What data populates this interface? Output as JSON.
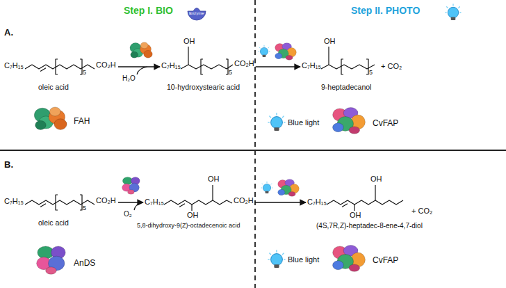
{
  "diagram": {
    "nodes": [
      {
        "text": [
          "C₇H₁₅",
          "5",
          "CO₂H",
          "oleic acid"
        ]
      },
      {
        "text": [
          "C₇H₁₅",
          "OH",
          "5",
          "CO₂H",
          "10-hydroxystearic acid"
        ]
      },
      {
        "text": [
          "C₇H₁₅",
          "OH",
          "5",
          "9-heptadecanol"
        ]
      },
      {
        "text": [
          "C₇H₁₅",
          "5",
          "CO₂H",
          "oleic acid"
        ]
      },
      {
        "text": [
          "C₇H₁₅",
          "OH",
          "OH",
          "CO₂H",
          "5,8-dihydroxy-9(Z)-octadecenoic acid"
        ]
      },
      {
        "text": [
          "C₇H₁₅",
          "OH",
          "OH",
          "(4S,7R,Z)-heptadec-8-ene-4,7-diol"
        ]
      }
    ],
    "edges": [
      {
        "from": 0,
        "to": 1,
        "arrow": "to"
      },
      {
        "from": 1,
        "to": 2,
        "arrow": "to"
      },
      {
        "from": 3,
        "to": 4,
        "arrow": "to"
      },
      {
        "from": 4,
        "to": 5,
        "arrow": "to"
      }
    ],
    "labels": [
      "Step I. BIO",
      "Enzyme",
      "Step II. PHOTO",
      "A.",
      "H₂O",
      "+ CO₂",
      "FAH",
      "Blue light",
      "CvFAP",
      "B.",
      "O₂",
      "+ CO₂",
      "AnDS",
      "Blue light",
      "CvFAP"
    ]
  }
}
